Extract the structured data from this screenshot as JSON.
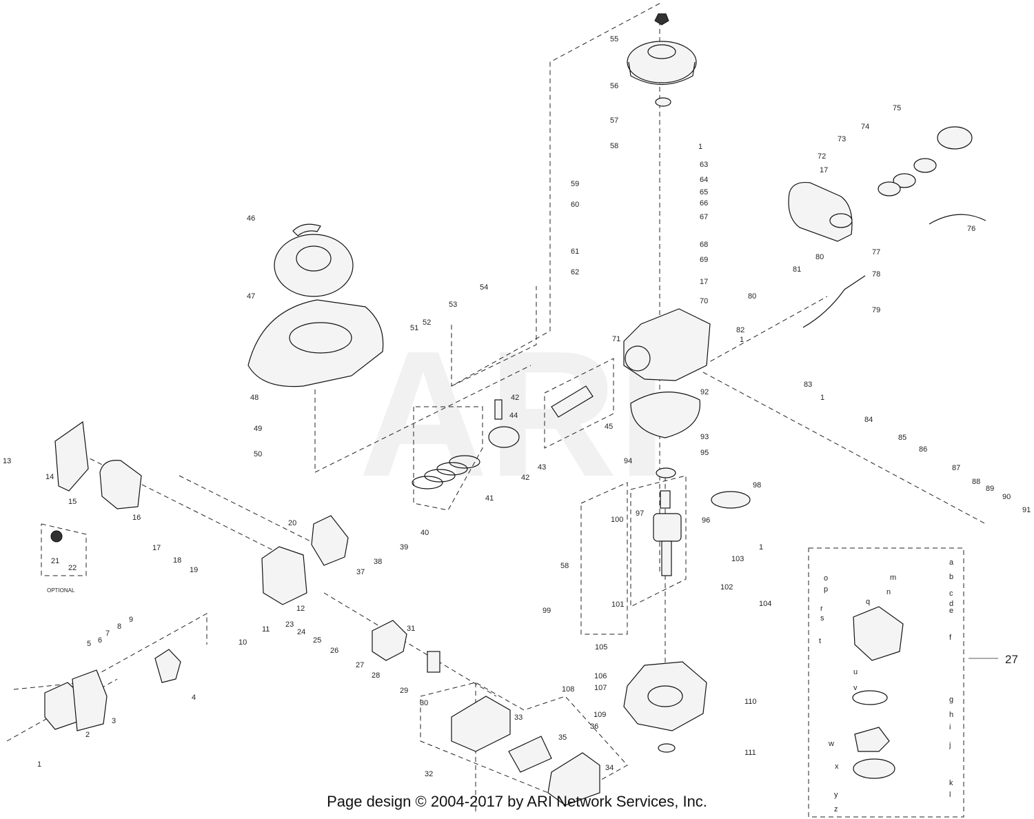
{
  "watermark": "ARI",
  "footer": "Page design © 2004-2017 by ARI Network Services, Inc.",
  "assembly_ref": "27",
  "optional_label": "OPTIONAL",
  "part_numbers": [
    "55",
    "56",
    "57",
    "58",
    "1",
    "63",
    "64",
    "65",
    "66",
    "67",
    "59",
    "60",
    "61",
    "62",
    "68",
    "69",
    "17",
    "70",
    "71",
    "82",
    "1",
    "83",
    "1",
    "92",
    "93",
    "95",
    "94",
    "45",
    "42",
    "44",
    "43",
    "42",
    "41",
    "51",
    "52",
    "53",
    "54",
    "46",
    "47",
    "48",
    "49",
    "50",
    "13",
    "14",
    "15",
    "16",
    "17",
    "18",
    "19",
    "20",
    "37",
    "38",
    "40",
    "39",
    "21",
    "22",
    "12",
    "23",
    "24",
    "25",
    "26",
    "27",
    "28",
    "29",
    "30",
    "31",
    "11",
    "10",
    "9",
    "8",
    "7",
    "6",
    "5",
    "4",
    "3",
    "2",
    "1",
    "84",
    "85",
    "86",
    "87",
    "88",
    "89",
    "90",
    "91",
    "75",
    "74",
    "73",
    "72",
    "17",
    "77",
    "76",
    "78",
    "80",
    "81",
    "80",
    "79",
    "100",
    "97",
    "98",
    "96",
    "58",
    "99",
    "101",
    "102",
    "1",
    "103",
    "104",
    "105",
    "106",
    "107",
    "108",
    "109",
    "110",
    "111",
    "33",
    "35",
    "32",
    "34",
    "36"
  ],
  "carb_letters": [
    "a",
    "b",
    "o",
    "m",
    "p",
    "n",
    "c",
    "d",
    "q",
    "e",
    "r",
    "s",
    "f",
    "t",
    "u",
    "v",
    "g",
    "h",
    "i",
    "w",
    "j",
    "x",
    "k",
    "y",
    "l",
    "z"
  ]
}
